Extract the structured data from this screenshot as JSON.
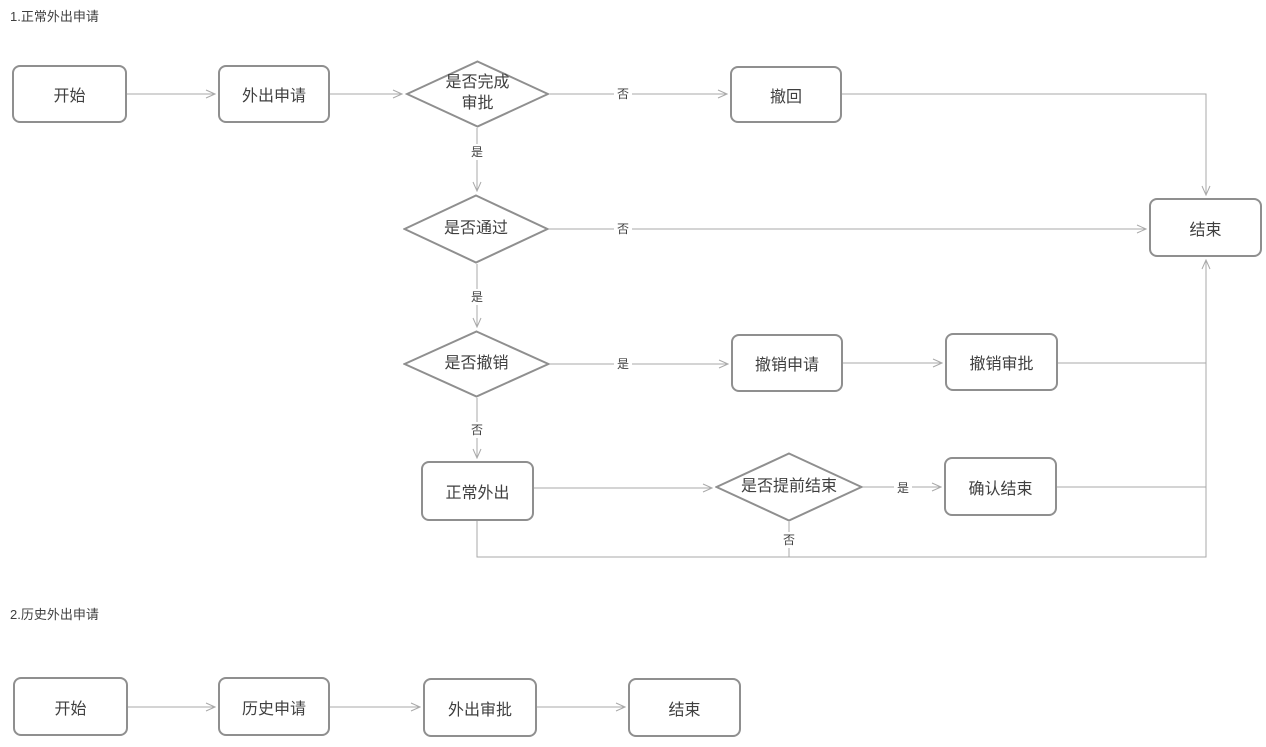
{
  "colors": {
    "node_border": "#8f8f8f",
    "connector": "#a9a9a9",
    "text": "#3f3f3f"
  },
  "flow1": {
    "title": "1.正常外出申请",
    "nodes": {
      "start": "开始",
      "apply": "外出申请",
      "decision_approval_done": "是否完成审批",
      "withdraw": "撤回",
      "end": "结束",
      "decision_passed": "是否通过",
      "decision_revoked": "是否撤销",
      "revoke_apply": "撤销申请",
      "revoke_approval": "撤销审批",
      "normal_outing": "正常外出",
      "decision_early_end": "是否提前结束",
      "confirm_end": "确认结束"
    },
    "edge_labels": {
      "yes": "是",
      "no": "否"
    }
  },
  "flow2": {
    "title": "2.历史外出申请",
    "nodes": {
      "start": "开始",
      "history_apply": "历史申请",
      "outing_approval": "外出审批",
      "end": "结束"
    }
  }
}
